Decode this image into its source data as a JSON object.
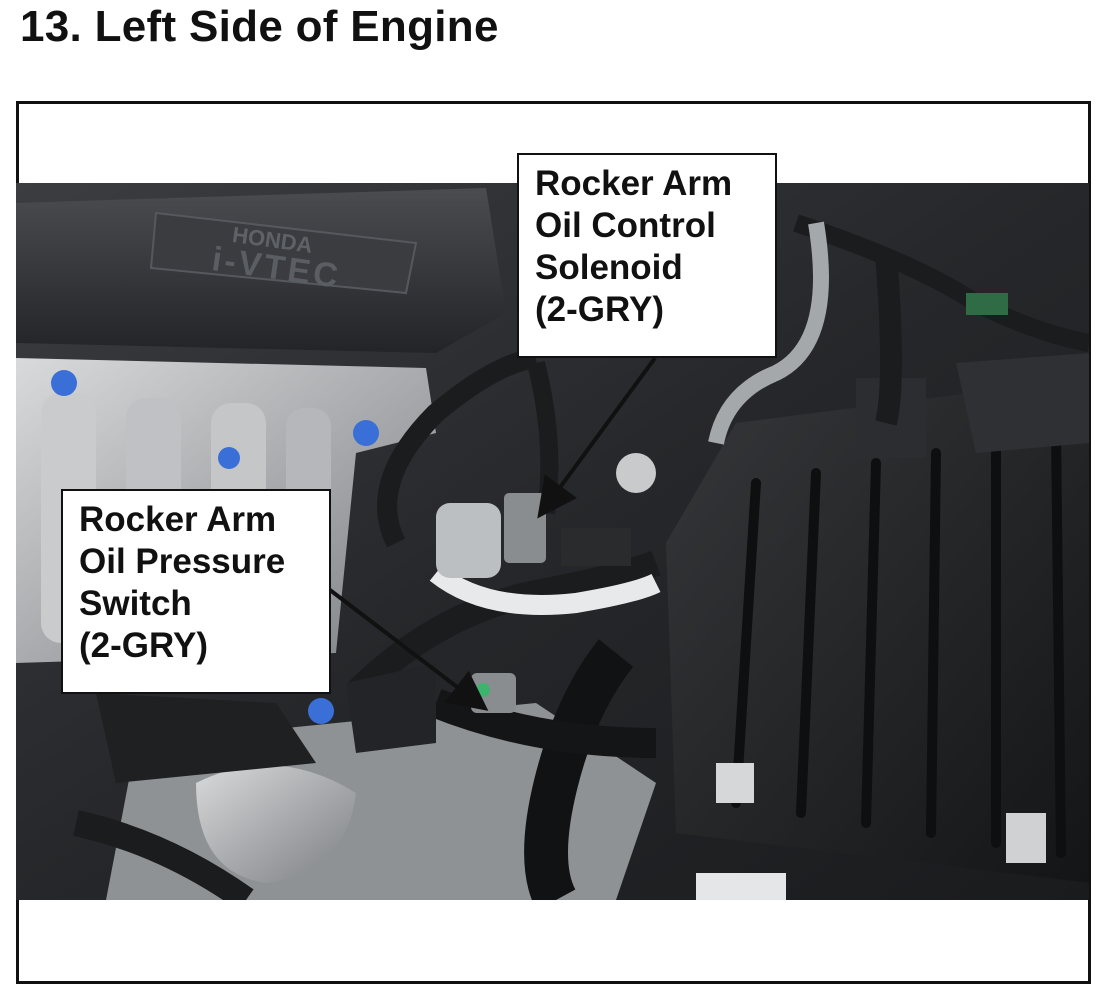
{
  "figure": {
    "title": "13.  Left Side of Engine",
    "engine_cover_text": [
      "HONDA",
      "i-VTEC"
    ],
    "callouts": [
      {
        "id": "solenoid",
        "lines": [
          "Rocker Arm",
          "Oil Control",
          "Solenoid",
          "(2-GRY)"
        ]
      },
      {
        "id": "switch",
        "lines": [
          "Rocker Arm",
          "Oil Pressure",
          "Switch",
          "(2-GRY)"
        ]
      }
    ],
    "colors": {
      "callout_border": "#111111",
      "arrow": "#111111",
      "connector_gray": "#8a8d90",
      "bolt_blue": "#3a6fd8",
      "hose_black": "#1b1c1e"
    }
  }
}
